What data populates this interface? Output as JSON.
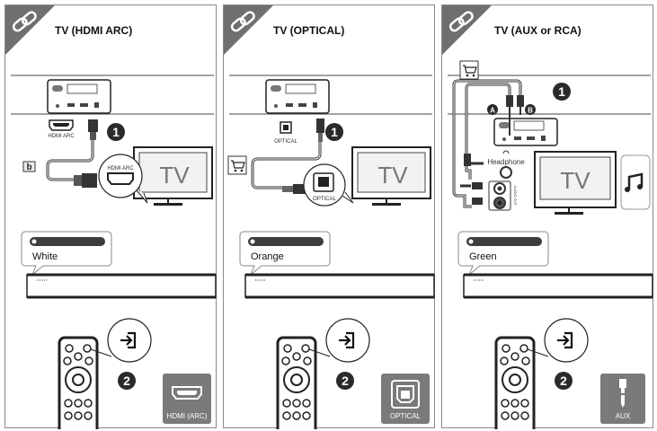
{
  "panels": [
    {
      "title": "TV (HDMI ARC)",
      "port_label": "HDMI ARC",
      "zoom_label": "HDMI ARC",
      "cable_tag": "b",
      "tv_label": "TV",
      "step1": "1",
      "step2": "2",
      "led_label": "White",
      "badge_label": "HDMI (ARC)",
      "badge_icon": "hdmi-port-icon"
    },
    {
      "title": "TV (OPTICAL)",
      "port_label": "OPTICAL",
      "zoom_label": "OPTICAL",
      "tv_label": "TV",
      "step1": "1",
      "step2": "2",
      "led_label": "Orange",
      "badge_label": "OPTICAL",
      "badge_icon": "optical-port-icon"
    },
    {
      "title": "TV (AUX or RCA)",
      "cable_a": "A",
      "cable_b": "B",
      "headphone_label": "Headphone",
      "audio_out_label": "AUDIO OUT",
      "tv_label": "TV",
      "step1": "1",
      "step2": "2",
      "led_label": "Green",
      "badge_label": "AUX",
      "badge_icon": "aux-jack-icon"
    }
  ],
  "colors": {
    "corner": "#6f6f6f",
    "badge": "#7a7a7a",
    "led_bar": "#3d3d3d",
    "frame": "#8a8a8a"
  }
}
